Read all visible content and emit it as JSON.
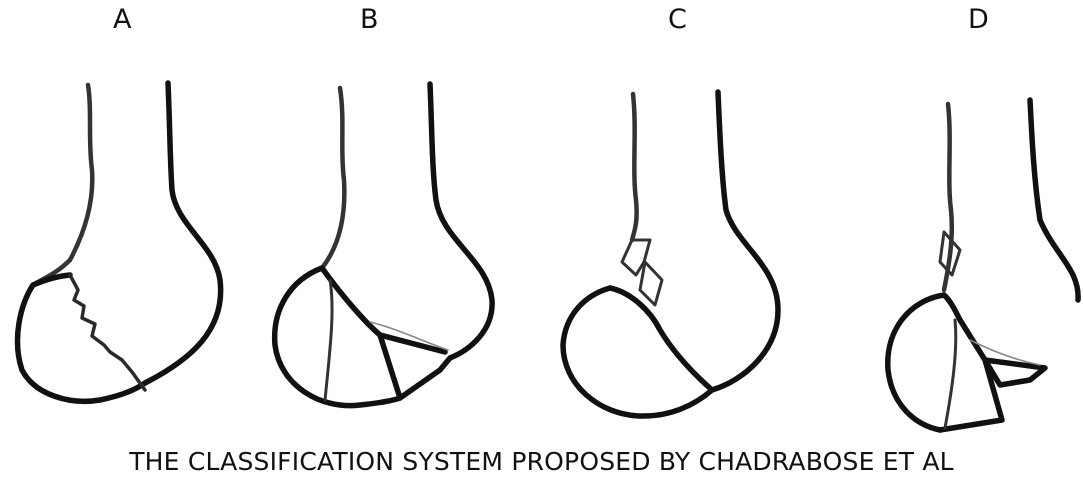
{
  "panels": [
    {
      "label": "A"
    },
    {
      "label": "B"
    },
    {
      "label": "C"
    },
    {
      "label": "D"
    }
  ],
  "caption": "THE CLASSIFICATION SYSTEM PROPOSED BY CHADRABOSE ET AL",
  "colors": {
    "ink": "#111111",
    "background": "#ffffff"
  }
}
